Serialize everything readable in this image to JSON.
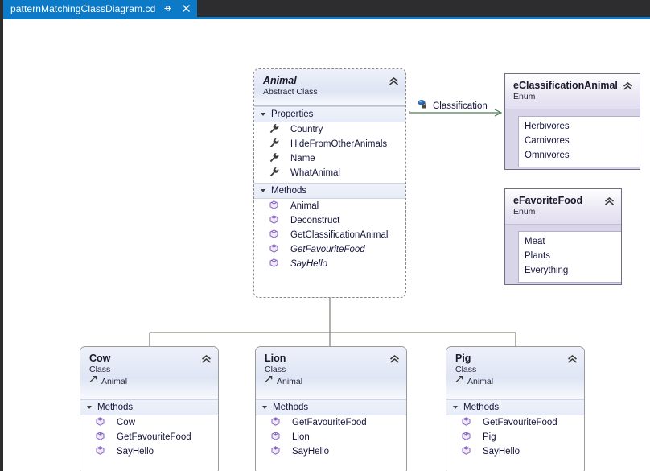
{
  "window": {
    "tab": {
      "title": "patternMatchingClassDiagram.cd",
      "pin_icon": "pin-icon",
      "close_icon": "close-icon"
    }
  },
  "diagram": {
    "type": "uml-class-diagram",
    "collapse_icon": "chevron-double-up-icon",
    "property_icon": "wrench-icon",
    "method_icon": "cube-icon",
    "inherit_icon": "inheritance-arrow-icon",
    "association_icon": "property-lock-icon",
    "colors": {
      "accent": "#0d7ac7",
      "class_header_start": "#eef1fa",
      "class_header_end": "#f7f9fd",
      "class_border": "#9a9a9a",
      "enum_band": "#d8d5e8",
      "enum_border": "#6d6d86",
      "section_header": "#e7ecf7",
      "connector": "#6f6f63",
      "association_line": "#4a7a50",
      "method_icon_color": "#8a63c0",
      "property_icon_color": "#3a3a3a"
    },
    "shapes": [
      {
        "id": "animal",
        "kind": "class",
        "name": "Animal",
        "stereotype": "Abstract Class",
        "abstract": true,
        "sections": [
          {
            "label": "Properties",
            "members": [
              {
                "name": "Country",
                "icon": "wrench-icon",
                "abstract": false
              },
              {
                "name": "HideFromOtherAnimals",
                "icon": "wrench-icon",
                "abstract": false
              },
              {
                "name": "Name",
                "icon": "wrench-icon",
                "abstract": false
              },
              {
                "name": "WhatAnimal",
                "icon": "wrench-icon",
                "abstract": false
              }
            ]
          },
          {
            "label": "Methods",
            "members": [
              {
                "name": "Animal",
                "icon": "cube-icon",
                "abstract": false
              },
              {
                "name": "Deconstruct",
                "icon": "cube-icon",
                "abstract": false
              },
              {
                "name": "GetClassificationAnimal",
                "icon": "cube-icon",
                "abstract": false
              },
              {
                "name": "GetFavouriteFood",
                "icon": "cube-icon",
                "abstract": true
              },
              {
                "name": "SayHello",
                "icon": "cube-icon",
                "abstract": true
              }
            ]
          }
        ]
      },
      {
        "id": "classification-enum",
        "kind": "enum",
        "name": "eClassificationAnimal",
        "stereotype": "Enum",
        "values": [
          "Herbivores",
          "Carnivores",
          "Omnivores"
        ]
      },
      {
        "id": "favoritefood-enum",
        "kind": "enum",
        "name": "eFavoriteFood",
        "stereotype": "Enum",
        "values": [
          "Meat",
          "Plants",
          "Everything"
        ]
      },
      {
        "id": "cow",
        "kind": "class",
        "name": "Cow",
        "stereotype": "Class",
        "base": "Animal",
        "sections": [
          {
            "label": "Methods",
            "members": [
              {
                "name": "Cow",
                "icon": "cube-icon",
                "abstract": false
              },
              {
                "name": "GetFavouriteFood",
                "icon": "cube-icon",
                "abstract": false
              },
              {
                "name": "SayHello",
                "icon": "cube-icon",
                "abstract": false
              }
            ]
          }
        ]
      },
      {
        "id": "lion",
        "kind": "class",
        "name": "Lion",
        "stereotype": "Class",
        "base": "Animal",
        "sections": [
          {
            "label": "Methods",
            "members": [
              {
                "name": "GetFavouriteFood",
                "icon": "cube-icon",
                "abstract": false
              },
              {
                "name": "Lion",
                "icon": "cube-icon",
                "abstract": false
              },
              {
                "name": "SayHello",
                "icon": "cube-icon",
                "abstract": false
              }
            ]
          }
        ]
      },
      {
        "id": "pig",
        "kind": "class",
        "name": "Pig",
        "stereotype": "Class",
        "base": "Animal",
        "sections": [
          {
            "label": "Methods",
            "members": [
              {
                "name": "GetFavouriteFood",
                "icon": "cube-icon",
                "abstract": false
              },
              {
                "name": "Pig",
                "icon": "cube-icon",
                "abstract": false
              },
              {
                "name": "SayHello",
                "icon": "cube-icon",
                "abstract": false
              }
            ]
          }
        ]
      }
    ],
    "connectors": [
      {
        "id": "assoc-classification",
        "kind": "association",
        "label": "Classification",
        "from": "animal",
        "to": "classification-enum"
      },
      {
        "id": "inherit-cow",
        "kind": "inheritance",
        "from": "cow",
        "to": "animal"
      },
      {
        "id": "inherit-lion",
        "kind": "inheritance",
        "from": "lion",
        "to": "animal"
      },
      {
        "id": "inherit-pig",
        "kind": "inheritance",
        "from": "pig",
        "to": "animal"
      }
    ]
  }
}
